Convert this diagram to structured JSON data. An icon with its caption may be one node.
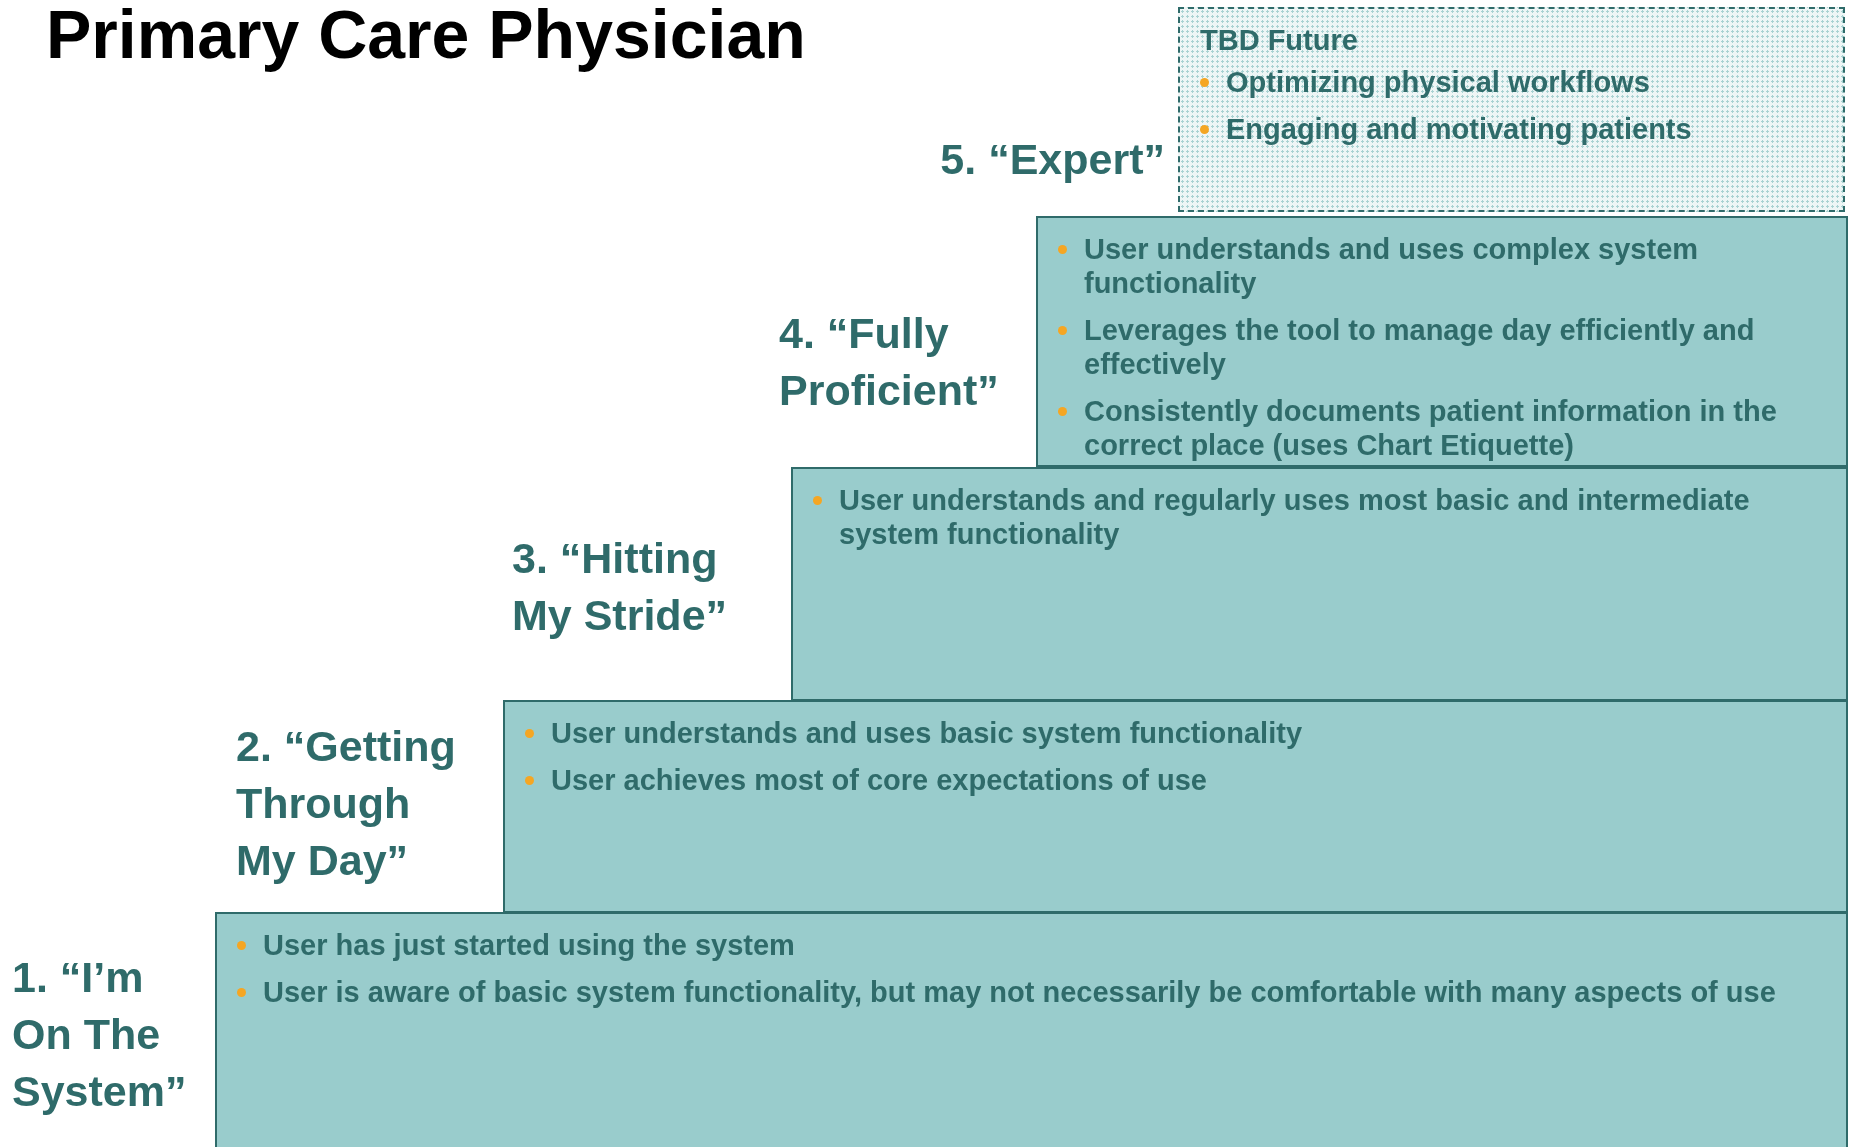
{
  "diagram": {
    "title": "Primary Care Physician",
    "nodes": [
      {
        "text": [
          "TBD Future",
          "Optimizing physical workflows",
          "Engaging and motivating patients"
        ],
        "beside": [
          "5. “Expert”"
        ]
      },
      {
        "text": [
          "User understands and uses complex system functionality",
          "Leverages the tool to manage day efficiently and effectively",
          "Consistently documents patient information in the correct place (uses Chart Etiquette)"
        ],
        "beside": [
          "4. “Fully Proficient”"
        ]
      },
      {
        "text": [
          "User understands and regularly uses most basic and intermediate system functionality"
        ],
        "beside": [
          "3. “Hitting My Stride”"
        ]
      },
      {
        "text": [
          "User understands and uses basic system functionality",
          "User achieves most of core expectations of use"
        ],
        "beside": [
          "2. “Getting Through My Day”"
        ]
      },
      {
        "text": [
          "User has just started using the system",
          "User is aware of basic system functionality, but may not necessarily be comfortable with many aspects of use"
        ],
        "beside": [
          "1. “I’m On The System”"
        ]
      }
    ]
  }
}
